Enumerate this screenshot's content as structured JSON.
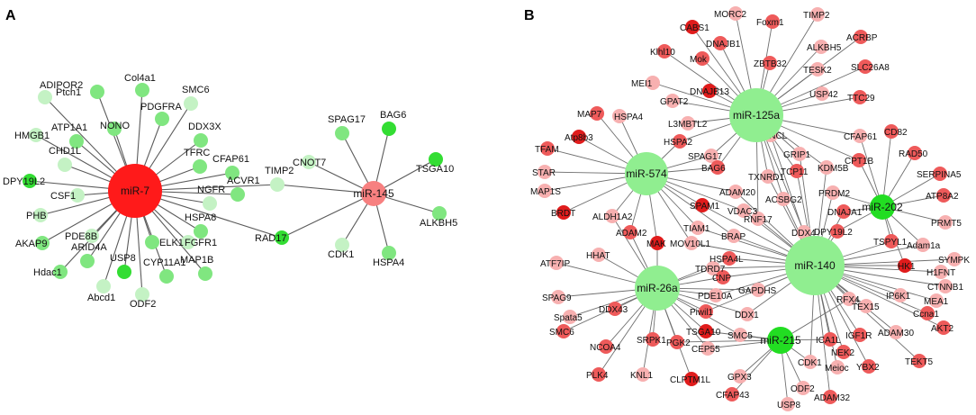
{
  "panels": {
    "A": {
      "label": "A"
    },
    "B": {
      "label": "B"
    }
  },
  "colors": {
    "mir_red": "#ff1a1a",
    "mir_pink": "#f78080",
    "mir_green_light": "#90ee90",
    "mir_green": "#22dd22",
    "gene_green_dark": "#33dd33",
    "gene_green": "#80e680",
    "gene_green_pale": "#c4f2c4",
    "gene_red_dark": "#e01c1c",
    "gene_red": "#ee5a5a",
    "gene_red_pale": "#f7b0b0",
    "edge": "#5a5a5a"
  },
  "panelA": {
    "hubs": [
      {
        "id": "mir7",
        "name": "miR-7",
        "color": "mir_red"
      },
      {
        "id": "mir145",
        "name": "miR-145",
        "color": "mir_pink"
      }
    ],
    "genes": [
      {
        "name": "Ptch1",
        "shade": "gene_green",
        "hubs": [
          "mir7"
        ]
      },
      {
        "name": "Col4a1",
        "shade": "gene_green",
        "hubs": [
          "mir7"
        ]
      },
      {
        "name": "ADIPOR2",
        "shade": "gene_green_pale",
        "hubs": [
          "mir7"
        ]
      },
      {
        "name": "SMC6",
        "shade": "gene_green_pale",
        "hubs": [
          "mir7"
        ]
      },
      {
        "name": "NONO",
        "shade": "gene_green",
        "hubs": [
          "mir7"
        ]
      },
      {
        "name": "PDGFRA",
        "shade": "gene_green",
        "hubs": [
          "mir7"
        ]
      },
      {
        "name": "HMGB1",
        "shade": "gene_green_pale",
        "hubs": [
          "mir7"
        ]
      },
      {
        "name": "ATP1A1",
        "shade": "gene_green",
        "hubs": [
          "mir7"
        ]
      },
      {
        "name": "DDX3X",
        "shade": "gene_green",
        "hubs": [
          "mir7"
        ]
      },
      {
        "name": "CHD1L",
        "shade": "gene_green_pale",
        "hubs": [
          "mir7"
        ]
      },
      {
        "name": "TFRC",
        "shade": "gene_green",
        "hubs": [
          "mir7"
        ]
      },
      {
        "name": "CFAP61",
        "shade": "gene_green",
        "hubs": [
          "mir7"
        ]
      },
      {
        "name": "DPY19L2",
        "shade": "gene_green_dark",
        "hubs": [
          "mir7"
        ]
      },
      {
        "name": "CSF1",
        "shade": "gene_green_pale",
        "hubs": [
          "mir7"
        ]
      },
      {
        "name": "ACVR1",
        "shade": "gene_green",
        "hubs": [
          "mir7"
        ]
      },
      {
        "name": "NGFR",
        "shade": "gene_green_pale",
        "hubs": [
          "mir7"
        ]
      },
      {
        "name": "PHB",
        "shade": "gene_green_pale",
        "hubs": [
          "mir7"
        ]
      },
      {
        "name": "PDE8B",
        "shade": "gene_green_pale",
        "hubs": [
          "mir7"
        ]
      },
      {
        "name": "HSPA8",
        "shade": "gene_green",
        "hubs": [
          "mir7"
        ]
      },
      {
        "name": "AKAP9",
        "shade": "gene_green",
        "hubs": [
          "mir7"
        ]
      },
      {
        "name": "ARID4A",
        "shade": "gene_green",
        "hubs": [
          "mir7"
        ]
      },
      {
        "name": "ELK1",
        "shade": "gene_green",
        "hubs": [
          "mir7"
        ]
      },
      {
        "name": "FGFR1",
        "shade": "gene_green_pale",
        "hubs": [
          "mir7"
        ]
      },
      {
        "name": "Hdac1",
        "shade": "gene_green",
        "hubs": [
          "mir7"
        ]
      },
      {
        "name": "USP8",
        "shade": "gene_green_dark",
        "hubs": [
          "mir7"
        ]
      },
      {
        "name": "CYP11A1",
        "shade": "gene_green",
        "hubs": [
          "mir7"
        ]
      },
      {
        "name": "MAP1B",
        "shade": "gene_green",
        "hubs": [
          "mir7"
        ]
      },
      {
        "name": "Abcd1",
        "shade": "gene_green_pale",
        "hubs": [
          "mir7"
        ]
      },
      {
        "name": "ODF2",
        "shade": "gene_green_pale",
        "hubs": [
          "mir7"
        ]
      },
      {
        "name": "TIMP2",
        "shade": "gene_green_pale",
        "hubs": [
          "mir7",
          "mir145"
        ]
      },
      {
        "name": "RAD17",
        "shade": "gene_green_dark",
        "hubs": [
          "mir7",
          "mir145"
        ]
      },
      {
        "name": "SPAG17",
        "shade": "gene_green",
        "hubs": [
          "mir145"
        ]
      },
      {
        "name": "BAG6",
        "shade": "gene_green_dark",
        "hubs": [
          "mir145"
        ]
      },
      {
        "name": "CNOT7",
        "shade": "gene_green_pale",
        "hubs": [
          "mir145"
        ]
      },
      {
        "name": "TSGA10",
        "shade": "gene_green_dark",
        "hubs": [
          "mir145"
        ]
      },
      {
        "name": "ALKBH5",
        "shade": "gene_green",
        "hubs": [
          "mir145"
        ]
      },
      {
        "name": "CDK1",
        "shade": "gene_green_pale",
        "hubs": [
          "mir145"
        ]
      },
      {
        "name": "HSPA4",
        "shade": "gene_green",
        "hubs": [
          "mir145"
        ]
      }
    ]
  },
  "panelB": {
    "hubs": [
      {
        "id": "mir125a",
        "name": "miR-125a",
        "color": "mir_green_light"
      },
      {
        "id": "mir574",
        "name": "miR-574",
        "color": "mir_green_light"
      },
      {
        "id": "mir202",
        "name": "miR-202",
        "color": "mir_green"
      },
      {
        "id": "mir140",
        "name": "miR-140",
        "color": "mir_green_light"
      },
      {
        "id": "mir26a",
        "name": "miR-26a",
        "color": "mir_green_light"
      },
      {
        "id": "mir215",
        "name": "miR-215",
        "color": "mir_green"
      }
    ],
    "genes": [
      {
        "name": "MORC2",
        "shade": "gene_red_pale",
        "hubs": [
          "mir125a"
        ]
      },
      {
        "name": "Foxm1",
        "shade": "gene_red",
        "hubs": [
          "mir125a"
        ]
      },
      {
        "name": "TIMP2",
        "shade": "gene_red_pale",
        "hubs": [
          "mir125a"
        ]
      },
      {
        "name": "CABS1",
        "shade": "gene_red_dark",
        "hubs": [
          "mir125a"
        ]
      },
      {
        "name": "Klhl10",
        "shade": "gene_red",
        "hubs": [
          "mir125a"
        ]
      },
      {
        "name": "DNAJB1",
        "shade": "gene_red",
        "hubs": [
          "mir125a"
        ]
      },
      {
        "name": "ALKBH5",
        "shade": "gene_red_pale",
        "hubs": [
          "mir125a"
        ]
      },
      {
        "name": "ACRBP",
        "shade": "gene_red",
        "hubs": [
          "mir125a"
        ]
      },
      {
        "name": "Mok",
        "shade": "gene_red",
        "hubs": [
          "mir125a"
        ]
      },
      {
        "name": "ZBTB32",
        "shade": "gene_red",
        "hubs": [
          "mir125a"
        ]
      },
      {
        "name": "TESK2",
        "shade": "gene_red_pale",
        "hubs": [
          "mir125a"
        ]
      },
      {
        "name": "SLC26A8",
        "shade": "gene_red",
        "hubs": [
          "mir125a"
        ]
      },
      {
        "name": "MEI1",
        "shade": "gene_red_pale",
        "hubs": [
          "mir125a"
        ]
      },
      {
        "name": "DNAJB13",
        "shade": "gene_red_dark",
        "hubs": [
          "mir125a"
        ]
      },
      {
        "name": "GPAT2",
        "shade": "gene_red_pale",
        "hubs": [
          "mir125a"
        ]
      },
      {
        "name": "USP42",
        "shade": "gene_red_pale",
        "hubs": [
          "mir125a"
        ]
      },
      {
        "name": "TTC29",
        "shade": "gene_red",
        "hubs": [
          "mir125a"
        ]
      },
      {
        "name": "L3MBTL2",
        "shade": "gene_red_pale",
        "hubs": [
          "mir125a"
        ]
      },
      {
        "name": "MAP7",
        "shade": "gene_red",
        "hubs": [
          "mir574"
        ]
      },
      {
        "name": "HSPA4",
        "shade": "gene_red_pale",
        "hubs": [
          "mir574"
        ]
      },
      {
        "name": "Atp8b3",
        "shade": "gene_red_dark",
        "hubs": [
          "mir574"
        ]
      },
      {
        "name": "HSPA2",
        "shade": "gene_red",
        "hubs": [
          "mir574",
          "mir125a"
        ]
      },
      {
        "name": "CFAP61",
        "shade": "gene_red_pale",
        "hubs": [
          "mir125a",
          "mir202"
        ]
      },
      {
        "name": "CD82",
        "shade": "gene_red",
        "hubs": [
          "mir202"
        ]
      },
      {
        "name": "TFAM",
        "shade": "gene_red",
        "hubs": [
          "mir574"
        ]
      },
      {
        "name": "SPAG17",
        "shade": "gene_red_pale",
        "hubs": [
          "mir574",
          "mir125a"
        ]
      },
      {
        "name": "BAG6",
        "shade": "gene_red",
        "hubs": [
          "mir574",
          "mir125a"
        ]
      },
      {
        "name": "FANCL",
        "shade": "gene_red_pale",
        "hubs": [
          "mir125a",
          "mir140"
        ]
      },
      {
        "name": "GRIP1",
        "shade": "gene_red_pale",
        "hubs": [
          "mir125a",
          "mir140"
        ]
      },
      {
        "name": "TCP11",
        "shade": "gene_red",
        "hubs": [
          "mir125a",
          "mir140"
        ]
      },
      {
        "name": "KDM5B",
        "shade": "gene_red_pale",
        "hubs": [
          "mir125a",
          "mir140"
        ]
      },
      {
        "name": "CPT1B",
        "shade": "gene_red",
        "hubs": [
          "mir125a",
          "mir202"
        ]
      },
      {
        "name": "RAD50",
        "shade": "gene_red",
        "hubs": [
          "mir202"
        ]
      },
      {
        "name": "STAR",
        "shade": "gene_red_pale",
        "hubs": [
          "mir574"
        ]
      },
      {
        "name": "TXNRD1",
        "shade": "gene_red_pale",
        "hubs": [
          "mir125a",
          "mir140"
        ]
      },
      {
        "name": "SERPINA5",
        "shade": "gene_red",
        "hubs": [
          "mir202"
        ]
      },
      {
        "name": "MAP1S",
        "shade": "gene_red_pale",
        "hubs": [
          "mir574"
        ]
      },
      {
        "name": "ADAM20",
        "shade": "gene_red_pale",
        "hubs": [
          "mir574",
          "mir140"
        ]
      },
      {
        "name": "SPAM1",
        "shade": "gene_red_dark",
        "hubs": [
          "mir574",
          "mir140"
        ]
      },
      {
        "name": "ACSBG2",
        "shade": "gene_red_pale",
        "hubs": [
          "mir125a",
          "mir140"
        ]
      },
      {
        "name": "PRDM2",
        "shade": "gene_red_pale",
        "hubs": [
          "mir140",
          "mir202"
        ]
      },
      {
        "name": "ATP8A2",
        "shade": "gene_red",
        "hubs": [
          "mir202"
        ]
      },
      {
        "name": "BRDT",
        "shade": "gene_red_dark",
        "hubs": [
          "mir574"
        ]
      },
      {
        "name": "ALDH1A2",
        "shade": "gene_red_pale",
        "hubs": [
          "mir574",
          "mir26a"
        ]
      },
      {
        "name": "VDAC3",
        "shade": "gene_red_pale",
        "hubs": [
          "mir574",
          "mir140"
        ]
      },
      {
        "name": "DNAJA1",
        "shade": "gene_red",
        "hubs": [
          "mir140",
          "mir202"
        ]
      },
      {
        "name": "PRMT5",
        "shade": "gene_red_pale",
        "hubs": [
          "mir202"
        ]
      },
      {
        "name": "TIAM1",
        "shade": "gene_red_pale",
        "hubs": [
          "mir574",
          "mir140"
        ]
      },
      {
        "name": "RNF17",
        "shade": "gene_red_pale",
        "hubs": [
          "mir125a",
          "mir140"
        ]
      },
      {
        "name": "DDX4",
        "shade": "gene_red_pale",
        "hubs": [
          "mir140",
          "mir125a"
        ]
      },
      {
        "name": "DPY19L2",
        "shade": "gene_red",
        "hubs": [
          "mir140",
          "mir202"
        ]
      },
      {
        "name": "ADAM2",
        "shade": "gene_red",
        "hubs": [
          "mir574",
          "mir26a"
        ]
      },
      {
        "name": "MAK",
        "shade": "gene_red_dark",
        "hubs": [
          "mir574",
          "mir26a"
        ]
      },
      {
        "name": "TSPYL1",
        "shade": "gene_red",
        "hubs": [
          "mir140",
          "mir202"
        ]
      },
      {
        "name": "Adam1a",
        "shade": "gene_red_pale",
        "hubs": [
          "mir140",
          "mir202"
        ]
      },
      {
        "name": "SYMPK",
        "shade": "gene_red_pale",
        "hubs": [
          "mir140"
        ]
      },
      {
        "name": "ATF7IP",
        "shade": "gene_red_pale",
        "hubs": [
          "mir26a"
        ]
      },
      {
        "name": "HHAT",
        "shade": "gene_red_pale",
        "hubs": [
          "mir26a"
        ]
      },
      {
        "name": "MOV10L1",
        "shade": "gene_red_pale",
        "hubs": [
          "mir574",
          "mir140"
        ]
      },
      {
        "name": "BRAP",
        "shade": "gene_red_pale",
        "hubs": [
          "mir574",
          "mir140"
        ]
      },
      {
        "name": "HK1",
        "shade": "gene_red_dark",
        "hubs": [
          "mir140",
          "mir202"
        ]
      },
      {
        "name": "H1FNT",
        "shade": "gene_red_pale",
        "hubs": [
          "mir140"
        ]
      },
      {
        "name": "HSPA4L",
        "shade": "gene_red",
        "hubs": [
          "mir26a",
          "mir140"
        ]
      },
      {
        "name": "TDRD7",
        "shade": "gene_red_pale",
        "hubs": [
          "mir26a",
          "mir140"
        ]
      },
      {
        "name": "CTNNB1",
        "shade": "gene_red_pale",
        "hubs": [
          "mir140"
        ]
      },
      {
        "name": "SPAG9",
        "shade": "gene_red_pale",
        "hubs": [
          "mir26a"
        ]
      },
      {
        "name": "DDX43",
        "shade": "gene_red",
        "hubs": [
          "mir26a"
        ]
      },
      {
        "name": "CNP",
        "shade": "gene_red",
        "hubs": [
          "mir26a",
          "mir140"
        ]
      },
      {
        "name": "GAPDHS",
        "shade": "gene_red_pale",
        "hubs": [
          "mir26a",
          "mir140"
        ]
      },
      {
        "name": "RFX4",
        "shade": "gene_red_pale",
        "hubs": [
          "mir140",
          "mir215"
        ]
      },
      {
        "name": "IP6K1",
        "shade": "gene_red_pale",
        "hubs": [
          "mir140"
        ]
      },
      {
        "name": "MEA1",
        "shade": "gene_red_pale",
        "hubs": [
          "mir140"
        ]
      },
      {
        "name": "PDE10A",
        "shade": "gene_red_pale",
        "hubs": [
          "mir26a",
          "mir140"
        ]
      },
      {
        "name": "TEX15",
        "shade": "gene_red_pale",
        "hubs": [
          "mir140"
        ]
      },
      {
        "name": "Ccna1",
        "shade": "gene_red",
        "hubs": [
          "mir140"
        ]
      },
      {
        "name": "Spata5",
        "shade": "gene_red_pale",
        "hubs": [
          "mir26a"
        ]
      },
      {
        "name": "Piwil1",
        "shade": "gene_red",
        "hubs": [
          "mir26a",
          "mir140"
        ]
      },
      {
        "name": "DDX1",
        "shade": "gene_red_pale",
        "hubs": [
          "mir26a",
          "mir140"
        ]
      },
      {
        "name": "AKT2",
        "shade": "gene_red",
        "hubs": [
          "mir140"
        ]
      },
      {
        "name": "SMC6",
        "shade": "gene_red",
        "hubs": [
          "mir26a"
        ]
      },
      {
        "name": "TSGA10",
        "shade": "gene_red_dark",
        "hubs": [
          "mir26a",
          "mir215"
        ]
      },
      {
        "name": "SMC5",
        "shade": "gene_red_pale",
        "hubs": [
          "mir26a",
          "mir215"
        ]
      },
      {
        "name": "ADAM30",
        "shade": "gene_red_pale",
        "hubs": [
          "mir140"
        ]
      },
      {
        "name": "NCOA4",
        "shade": "gene_red",
        "hubs": [
          "mir26a"
        ]
      },
      {
        "name": "SRPK1",
        "shade": "gene_red",
        "hubs": [
          "mir26a"
        ]
      },
      {
        "name": "PGK2",
        "shade": "gene_red",
        "hubs": [
          "mir26a",
          "mir215"
        ]
      },
      {
        "name": "CEP55",
        "shade": "gene_red_pale",
        "hubs": [
          "mir26a",
          "mir215"
        ]
      },
      {
        "name": "ICA1L",
        "shade": "gene_red",
        "hubs": [
          "mir140",
          "mir215"
        ]
      },
      {
        "name": "IGF1R",
        "shade": "gene_red",
        "hubs": [
          "mir140"
        ]
      },
      {
        "name": "NEK2",
        "shade": "gene_red",
        "hubs": [
          "mir140"
        ]
      },
      {
        "name": "YBX2",
        "shade": "gene_red",
        "hubs": [
          "mir140"
        ]
      },
      {
        "name": "TEKT5",
        "shade": "gene_red",
        "hubs": [
          "mir140"
        ]
      },
      {
        "name": "PLK4",
        "shade": "gene_red",
        "hubs": [
          "mir26a"
        ]
      },
      {
        "name": "KNL1",
        "shade": "gene_red_pale",
        "hubs": [
          "mir26a"
        ]
      },
      {
        "name": "CLPTM1L",
        "shade": "gene_red_dark",
        "hubs": [
          "mir26a"
        ]
      },
      {
        "name": "GPX3",
        "shade": "gene_red_pale",
        "hubs": [
          "mir215"
        ]
      },
      {
        "name": "CDK1",
        "shade": "gene_red_pale",
        "hubs": [
          "mir215",
          "mir140"
        ]
      },
      {
        "name": "Meioc",
        "shade": "gene_red_pale",
        "hubs": [
          "mir140"
        ]
      },
      {
        "name": "ODF2",
        "shade": "gene_red_pale",
        "hubs": [
          "mir215"
        ]
      },
      {
        "name": "ADAM32",
        "shade": "gene_red",
        "hubs": [
          "mir140"
        ]
      },
      {
        "name": "CFAP43",
        "shade": "gene_red",
        "hubs": [
          "mir215"
        ]
      },
      {
        "name": "USP8",
        "shade": "gene_red_pale",
        "hubs": [
          "mir215"
        ]
      }
    ]
  }
}
